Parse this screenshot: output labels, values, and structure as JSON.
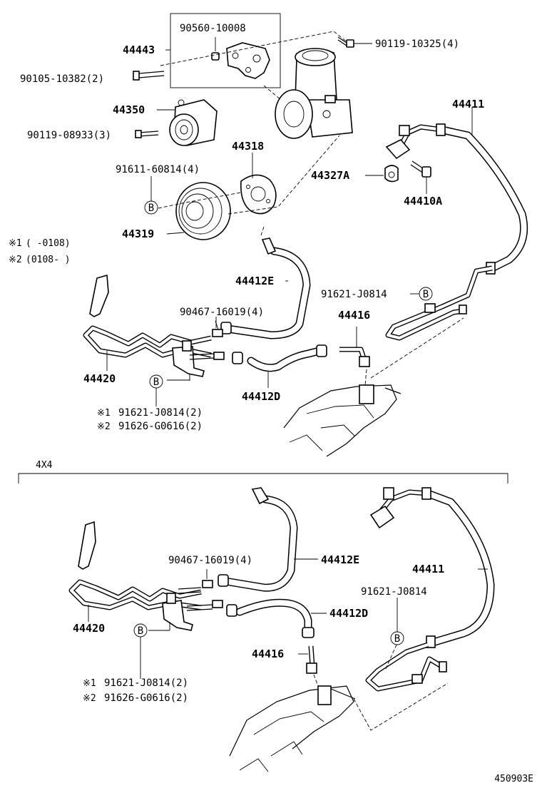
{
  "upper": {
    "labels": {
      "p44443": "44443",
      "p90560": "90560-10008",
      "p90119_10325": "90119-10325(4)",
      "p90105": "90105-10382(2)",
      "p44350": "44350",
      "p90119_08933": "90119-08933(3)",
      "p44318": "44318",
      "p91611": "91611-60814(4)",
      "p44319": "44319",
      "p44411": "44411",
      "p44327A": "44327A",
      "p44410A": "44410A",
      "p44412E": "44412E",
      "p91621_a": "91621-J0814",
      "p90467": "90467-16019(4)",
      "p44416": "44416",
      "p44420": "44420",
      "p44412D": "44412D"
    },
    "notes": {
      "n1_mark": "※1",
      "n1_range": "(     -0108)",
      "n2_mark": "※2",
      "n2_range": "(0108-      )",
      "b1_mark": "※1",
      "b1_part": "91621-J0814(2)",
      "b2_mark": "※2",
      "b2_part": "91626-G0616(2)"
    }
  },
  "section_4x4": {
    "title": "4X4",
    "labels": {
      "p90467": "90467-16019(4)",
      "p44412E": "44412E",
      "p44411": "44411",
      "p91621": "91621-J0814",
      "p44412D": "44412D",
      "p44420": "44420",
      "p44416": "44416"
    },
    "notes": {
      "b1_mark": "※1",
      "b1_part": "91621-J0814(2)",
      "b2_mark": "※2",
      "b2_part": "91626-G0616(2)"
    }
  },
  "bolt_marker": "B",
  "diagram_id": "450903E"
}
